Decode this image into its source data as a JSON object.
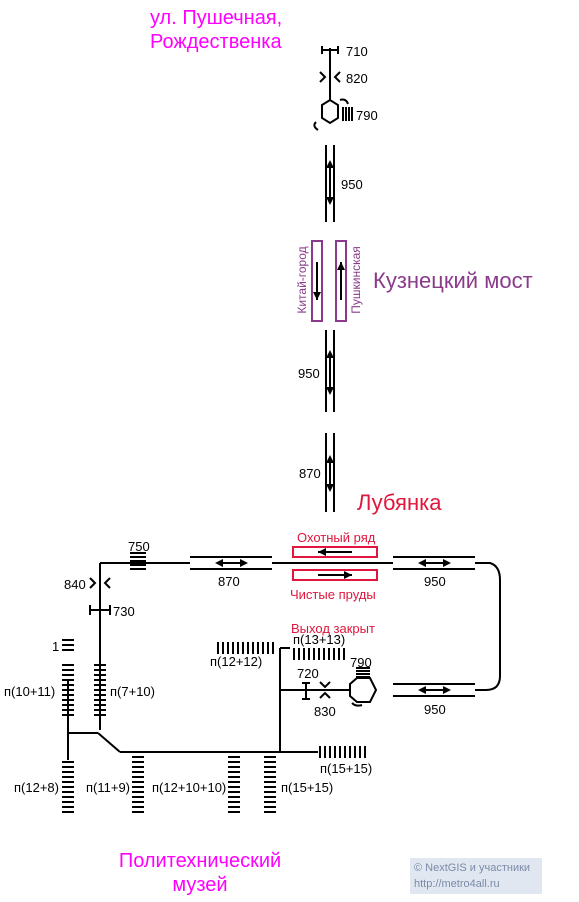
{
  "top_exit_label": "ул. Пушечная,\nРождественка",
  "bottom_exit_label": "Политехнический\nмузей",
  "station_kuznetsky": "Кузнецкий мост",
  "station_lubyanka": "Лубянка",
  "platform_kitai_gorod": "Китай-город",
  "platform_pushkinskaya": "Пушкинская",
  "platform_okhotny_ryad": "Охотный ряд",
  "platform_chistye_prudy": "Чистые пруды",
  "exit_closed": "Выход закрыт",
  "widths": {
    "w710": "710",
    "w820": "820",
    "w790_top": "790",
    "w950_a": "950",
    "w950_b": "950",
    "w870_v": "870",
    "w870_h": "870",
    "w950_right_top": "950",
    "w950_right_bottom": "950",
    "w750": "750",
    "w840": "840",
    "w730": "730",
    "w720": "720",
    "w830": "830",
    "w790_bottom": "790"
  },
  "steps": {
    "one": "1",
    "p10_11": "п(10+11)",
    "p7_10": "п(7+10)",
    "p12_12": "п(12+12)",
    "p13_13": "п(13+13)",
    "p12_8": "п(12+8)",
    "p11_9": "п(11+9)",
    "p12_10_10": "п(12+10+10)",
    "p15_15_a": "п(15+15)",
    "p15_15_b": "п(15+15)"
  },
  "credit_line1": "© NextGIS и участники",
  "credit_line2": "http://metro4all.ru",
  "colors": {
    "magenta": "#ff00ff",
    "purple": "#8b3a8b",
    "red": "#e0163c",
    "line": "#000000"
  }
}
